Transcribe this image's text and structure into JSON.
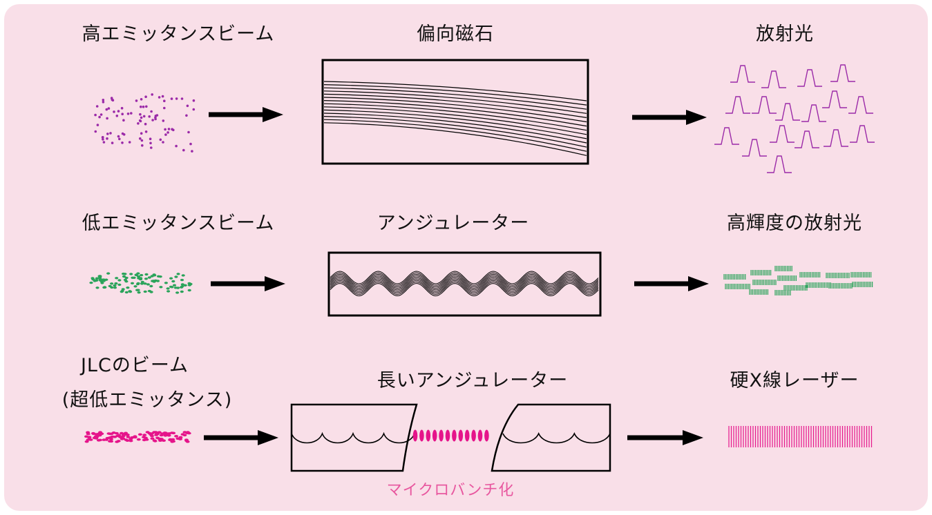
{
  "colors": {
    "background": "#f9dfe8",
    "high_emittance": "#9b2aa8",
    "low_emittance": "#2aa35a",
    "jlc": "#e5148a",
    "microbunch_label": "#e8579f"
  },
  "rows": [
    {
      "beam_label": "高エミッタンスビーム",
      "device_label": "偏向磁石",
      "output_label": "放射光"
    },
    {
      "beam_label": "低エミッタンスビーム",
      "device_label": "アンジュレーター",
      "output_label": "高輝度の放射光"
    },
    {
      "beam_label_line1": "JLCのビーム",
      "beam_label_line2": "(超低エミッタンス)",
      "device_label": "長いアンジュレーター",
      "output_label": "硬X線レーザー",
      "microbunch_label": "マイクロバンチ化"
    }
  ]
}
